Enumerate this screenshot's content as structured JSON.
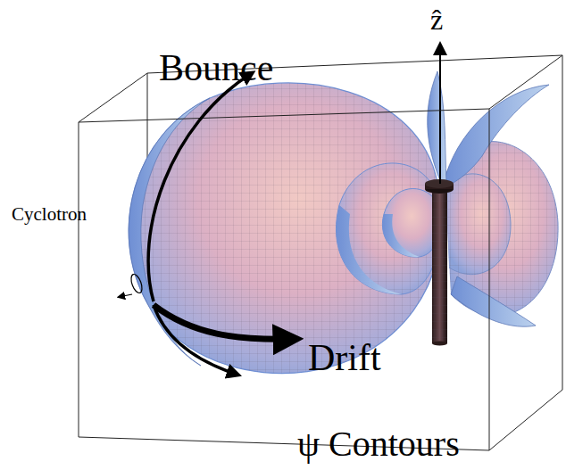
{
  "diagram": {
    "labels": [
      "ẑ",
      "Bounce",
      "Cyclotron",
      "Drift",
      "ψ Contours"
    ]
  }
}
